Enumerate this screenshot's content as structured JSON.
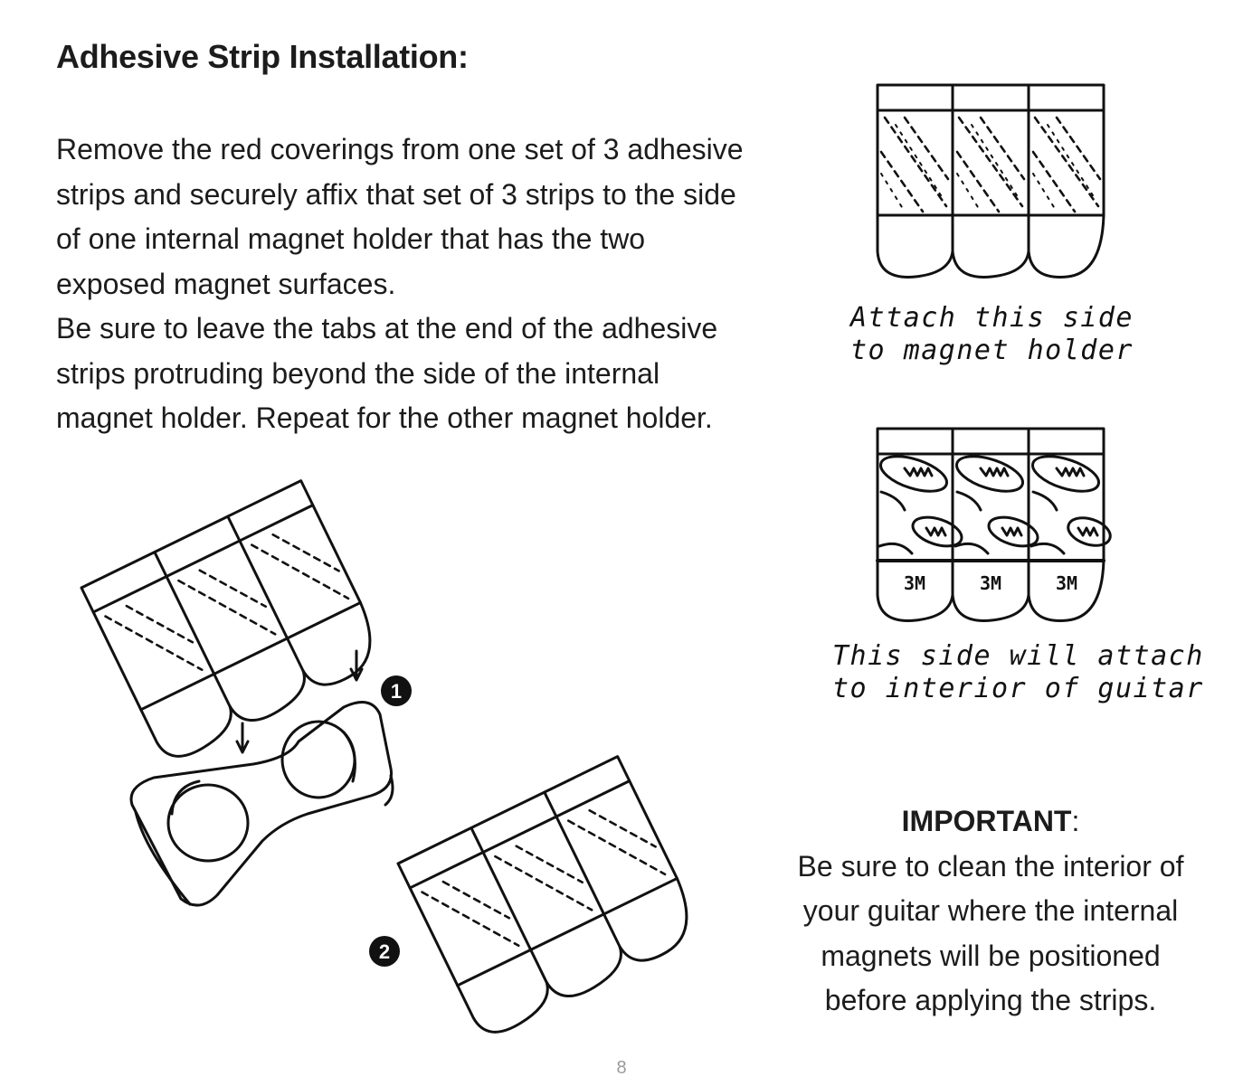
{
  "title": "Adhesive Strip Installation:",
  "paragraph1": {
    "lines": [
      "Remove the red coverings from one set of 3 adhesive",
      "strips and securely affix that set of 3 strips to the side",
      "of one internal magnet holder that has the two",
      "exposed magnet surfaces."
    ]
  },
  "paragraph2": {
    "lines": [
      "Be sure to leave the tabs at the end of the adhesive",
      "strips protruding beyond the side of the internal",
      "magnet holder. Repeat for the other magnet holder."
    ]
  },
  "illustration_top": {
    "caption_lines": [
      "Attach this side",
      "to magnet holder"
    ]
  },
  "illustration_middle": {
    "strip_labels": [
      "3M",
      "3M",
      "3M"
    ],
    "caption_lines": [
      "This side will attach",
      "to interior of guitar"
    ]
  },
  "illustration_bottom": {
    "step_badges": [
      "1",
      "2"
    ]
  },
  "important": {
    "heading": "IMPORTANT",
    "heading_suffix": ":",
    "lines": [
      "Be sure to clean the interior of",
      "your guitar where the internal",
      "magnets will be positioned",
      "before applying the strips."
    ]
  },
  "page_number": "8"
}
